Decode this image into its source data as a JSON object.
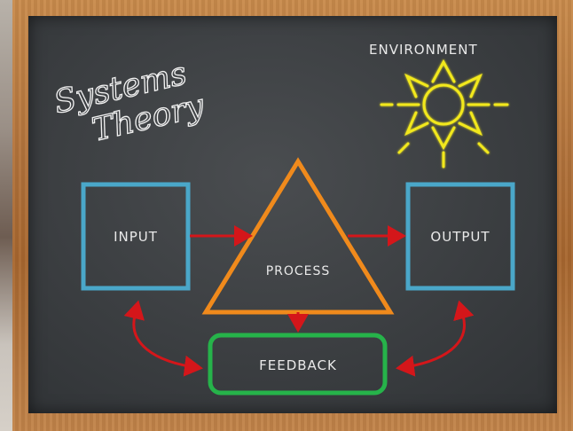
{
  "title": {
    "line1": "Systems",
    "line2": "Theory"
  },
  "environment_label": "ENVIRONMENT",
  "nodes": {
    "input": "INPUT",
    "process": "PROCESS",
    "output": "OUTPUT",
    "feedback": "FEEDBACK"
  },
  "colors": {
    "input_box": "#4aa7c9",
    "output_box": "#4aa7c9",
    "process_triangle": "#f08a1c",
    "feedback_box": "#26b34a",
    "arrows": "#d4161a",
    "sun": "#f2e81f",
    "chalk": "#e9e9e9",
    "board": "#3b3e41",
    "frame": "#b0713a"
  },
  "icons": [
    "sun-icon"
  ]
}
